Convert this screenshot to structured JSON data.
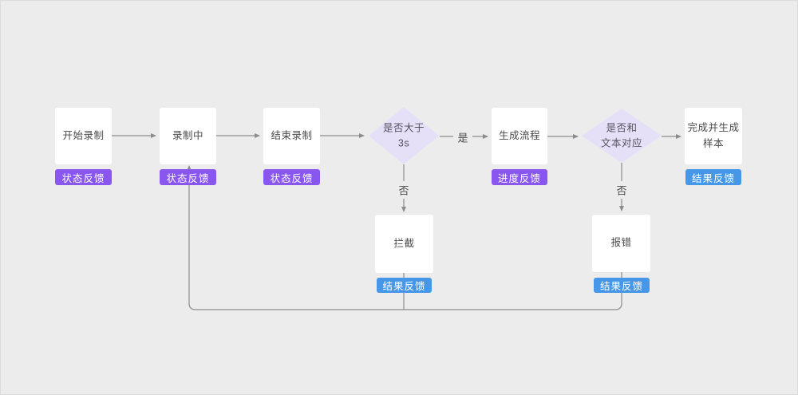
{
  "flowchart": {
    "nodes": {
      "start": {
        "label": "开始录制",
        "badge": "状态反馈",
        "badge_color": "#8a56f0"
      },
      "recording": {
        "label": "录制中",
        "badge": "状态反馈",
        "badge_color": "#8a56f0"
      },
      "end": {
        "label": "结束录制",
        "badge": "状态反馈",
        "badge_color": "#8a56f0"
      },
      "check_duration": {
        "label": "是否大于\n3s"
      },
      "generate": {
        "label": "生成流程",
        "badge": "进度反馈",
        "badge_color": "#8a56f0"
      },
      "check_text": {
        "label": "是否和\n文本对应"
      },
      "complete": {
        "label": "完成并生成\n样本",
        "badge": "结果反馈",
        "badge_color": "#4697e8"
      },
      "intercept": {
        "label": "拦截",
        "badge": "结果反馈",
        "badge_color": "#4697e8"
      },
      "error": {
        "label": "报错",
        "badge": "结果反馈",
        "badge_color": "#4697e8"
      }
    },
    "edge_labels": {
      "yes": "是",
      "no_duration": "否",
      "no_text": "否"
    },
    "colors": {
      "background": "#ececec",
      "node_fill": "#ffffff",
      "diamond_fill": "#e5e0f8",
      "badge_purple": "#8a56f0",
      "badge_blue": "#4697e8",
      "connector": "#8c8c8c",
      "text": "#4a4a4a"
    }
  }
}
